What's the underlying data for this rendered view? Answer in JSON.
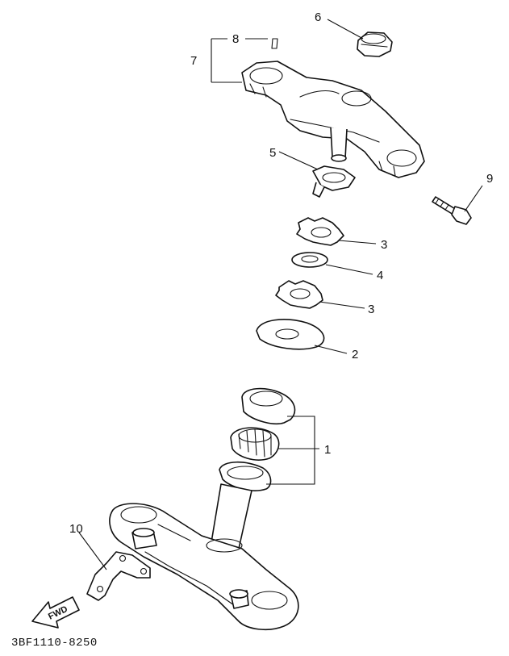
{
  "diagram": {
    "callouts": {
      "c1": "1",
      "c2": "2",
      "c3a": "3",
      "c3b": "3",
      "c4": "4",
      "c5": "5",
      "c6": "6",
      "c7": "7",
      "c8": "8",
      "c9": "9",
      "c10": "10"
    },
    "direction_label": "FWD",
    "part_code": "3BF1110-8250"
  }
}
